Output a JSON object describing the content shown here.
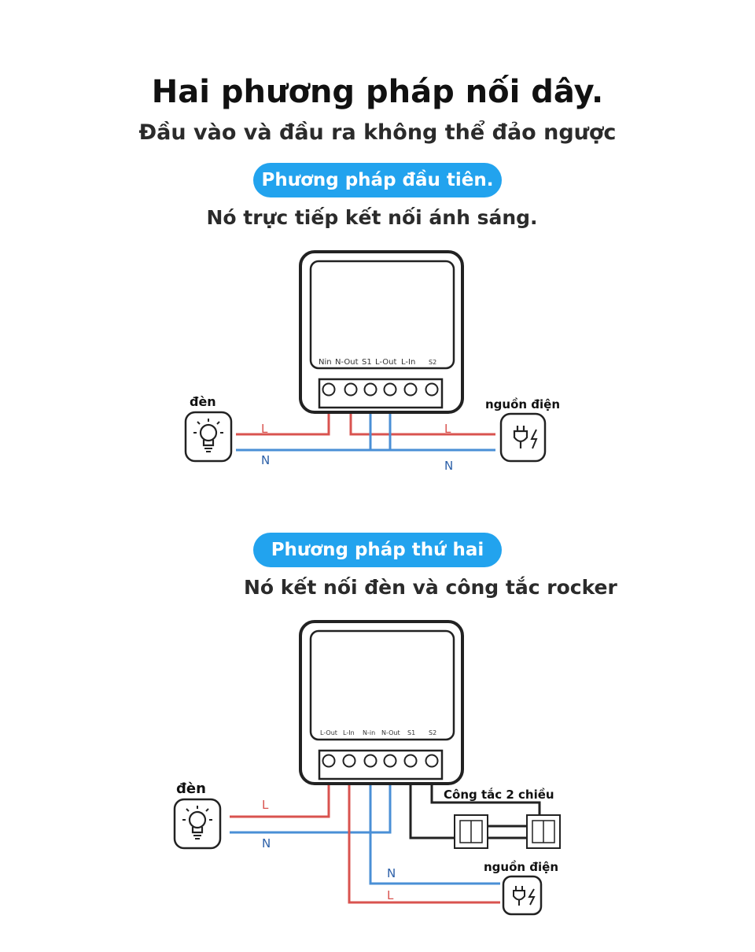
{
  "title": "Hai phương pháp nối dây.",
  "subtitle": "Đầu vào và đầu ra không thể đảo ngược",
  "method1": {
    "pill": "Phương pháp đầu tiên.",
    "description": "Nó trực tiếp kết nối ánh sáng.",
    "terminals": [
      "Nin",
      "N-Out",
      "S1",
      "L-Out",
      "L-In",
      "S2"
    ],
    "lamp_label": "đèn",
    "power_label": "nguồn điện",
    "wire_L": "L",
    "wire_N": "N"
  },
  "method2": {
    "pill": "Phương pháp thứ hai",
    "description": "Nó kết nối đèn và công tắc rocker",
    "terminals": [
      "L-Out",
      "L-In",
      "N-in",
      "N-Out",
      "S1",
      "S2"
    ],
    "lamp_label": "đèn",
    "power_label": "nguồn điện",
    "switch_label": "Công tắc 2 chiều",
    "wire_L": "L",
    "wire_N": "N"
  },
  "colors": {
    "accent": "#22a3ee",
    "live_wire": "#d9534f",
    "neutral_wire": "#4a8fd6",
    "switch_wire": "#222222"
  }
}
